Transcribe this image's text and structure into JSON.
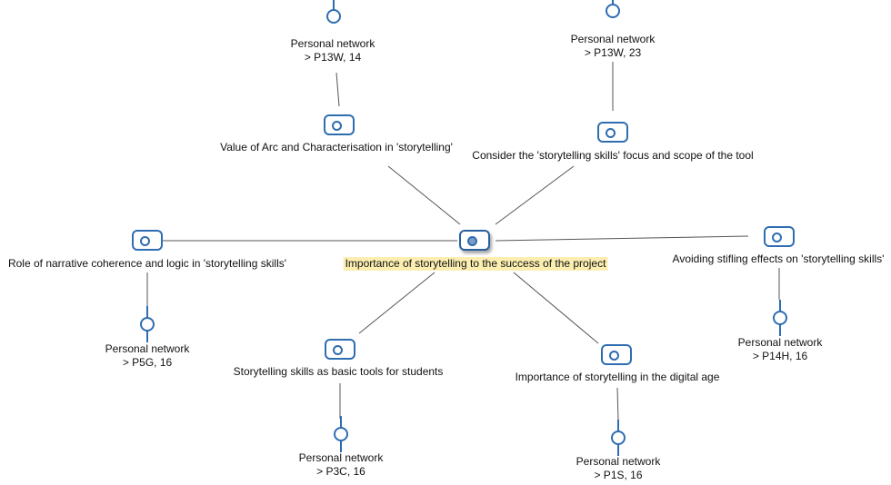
{
  "colors": {
    "accent": "#2f6db1",
    "edge": "#555555",
    "highlight": "#fbeeb0"
  },
  "center": {
    "label": "Importance of storytelling to the success of the project",
    "icon": "code-icon"
  },
  "codes": [
    {
      "label": "Value of Arc and Characterisation in 'storytelling'",
      "icon": "code-icon",
      "document": {
        "line1": "Personal network",
        "line2": "> P13W, 14",
        "icon": "document-icon"
      }
    },
    {
      "label": "Consider the 'storytelling skills' focus and scope of the tool",
      "icon": "code-icon",
      "document": {
        "line1": "Personal network",
        "line2": "> P13W, 23",
        "icon": "document-icon"
      }
    },
    {
      "label": "Role of narrative coherence and logic in 'storytelling skills'",
      "icon": "code-icon",
      "document": {
        "line1": "Personal network",
        "line2": "> P5G, 16",
        "icon": "document-icon"
      }
    },
    {
      "label": "Avoiding stifling effects on 'storytelling skills'",
      "icon": "code-icon",
      "document": {
        "line1": "Personal network",
        "line2": "> P14H, 16",
        "icon": "document-icon"
      }
    },
    {
      "label": "Storytelling skills as basic tools for students",
      "icon": "code-icon",
      "document": {
        "line1": "Personal network",
        "line2": "> P3C, 16",
        "icon": "document-icon"
      }
    },
    {
      "label": "Importance of storytelling in the digital age",
      "icon": "code-icon",
      "document": {
        "line1": "Personal network",
        "line2": "> P1S, 16",
        "icon": "document-icon"
      }
    }
  ]
}
